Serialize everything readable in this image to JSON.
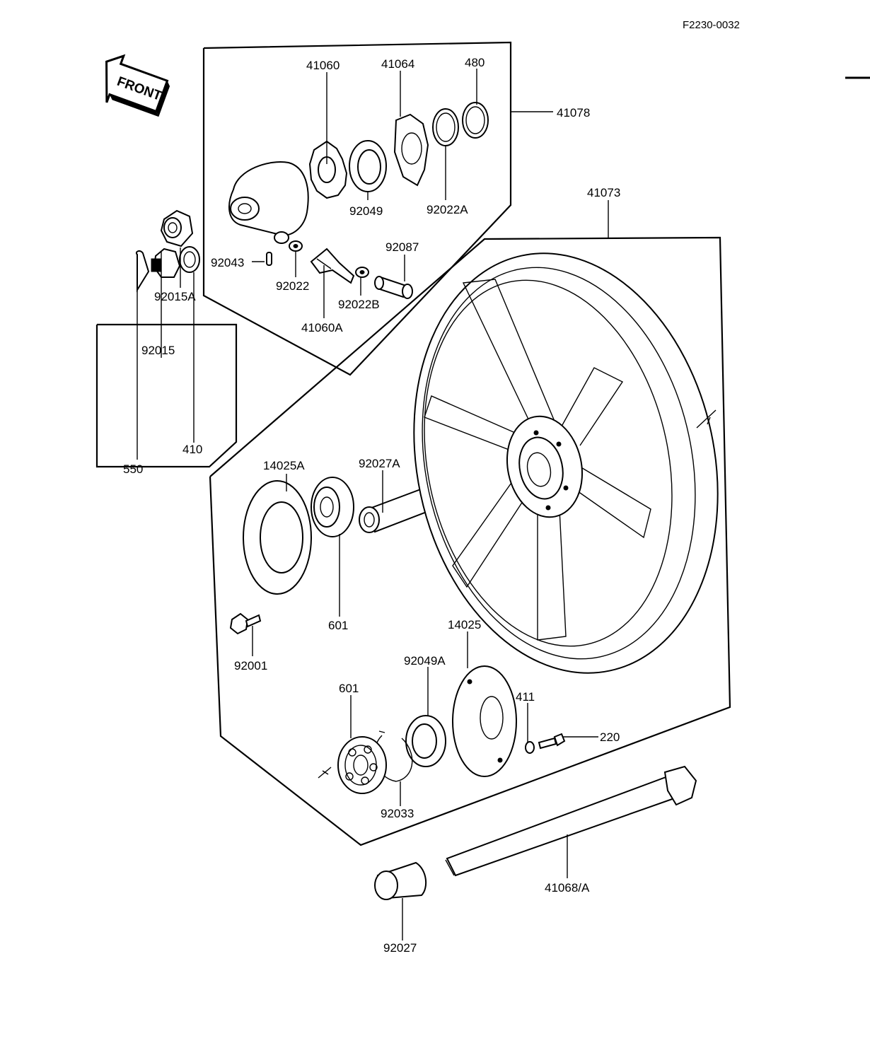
{
  "doc_ref": "F2230-0032",
  "front_arrow_label": "FRONT",
  "callouts": {
    "p41060": "41060",
    "p41064": "41064",
    "p480": "480",
    "p41078": "41078",
    "p92049": "92049",
    "p92022A": "92022A",
    "p41073": "41073",
    "p92043": "92043",
    "p92022": "92022",
    "p92087": "92087",
    "p92015A": "92015A",
    "p92022B": "92022B",
    "p41060A": "41060A",
    "p92015": "92015",
    "p410": "410",
    "p550": "550",
    "p14025A": "14025A",
    "p92027A": "92027A",
    "p601a": "601",
    "p92001": "92001",
    "p14025": "14025",
    "p92049A": "92049A",
    "p601b": "601",
    "p411": "411",
    "p220": "220",
    "p92033": "92033",
    "p41068A": "41068/A",
    "p92027": "92027"
  }
}
